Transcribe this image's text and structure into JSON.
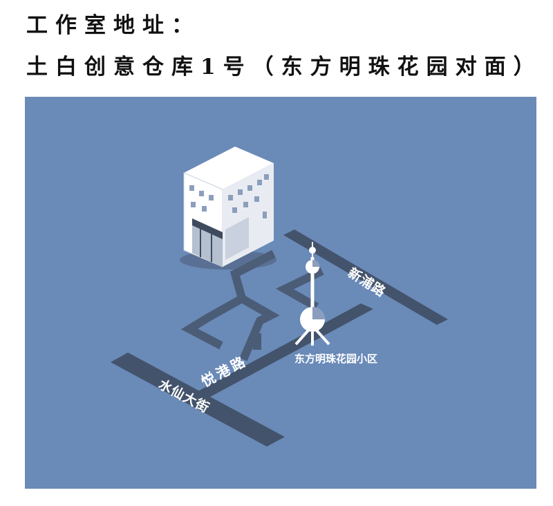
{
  "header": {
    "line1": "工作室地址：",
    "line2": "土白创意仓库1号（东方明珠花园对面）"
  },
  "map": {
    "colors": {
      "background": "#6a8ab8",
      "road": "#43536b",
      "building": "#ffffff",
      "window": "#8c9ebd"
    },
    "roads": {
      "shuixian": "水仙大街",
      "yuegang": "悦港路",
      "xinpu": "新浦路"
    },
    "landmark": "东方明珠花园小区"
  }
}
